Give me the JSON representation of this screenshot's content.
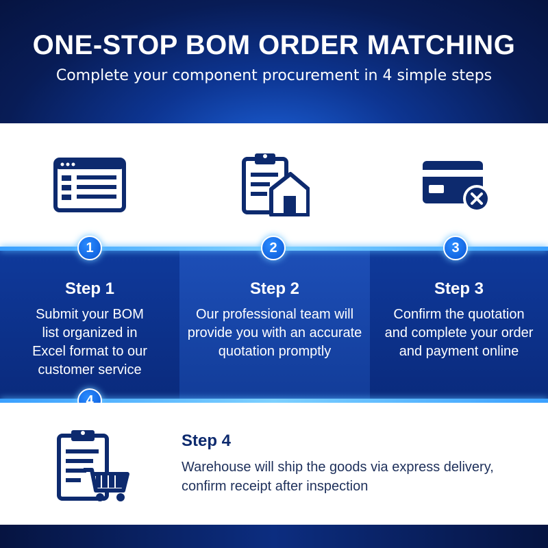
{
  "header": {
    "title": "ONE-STOP BOM ORDER MATCHING",
    "subtitle": "Complete your component procurement in 4 simple steps"
  },
  "icons": {
    "step1": "spreadsheet-window-icon",
    "step2": "clipboard-warehouse-icon",
    "step3": "credit-card-cancel-icon",
    "step4": "clipboard-cart-icon",
    "primary_color": "#0d2a6e"
  },
  "steps": [
    {
      "number": "1",
      "title": "Step 1",
      "line1": "Submit your BOM",
      "line2": "list organized in",
      "line3": "Excel format to our",
      "line4": "customer service"
    },
    {
      "number": "2",
      "title": "Step 2",
      "line1": "Our professional team will",
      "line2": "provide you with an accurate",
      "line3": "quotation promptly"
    },
    {
      "number": "3",
      "title": "Step 3",
      "line1": "Confirm the quotation",
      "line2": "and complete your order",
      "line3": "and payment online"
    },
    {
      "number": "4",
      "title": "Step 4",
      "line1": "Warehouse will ship the goods via express delivery,",
      "line2": "confirm receipt after inspection"
    }
  ]
}
